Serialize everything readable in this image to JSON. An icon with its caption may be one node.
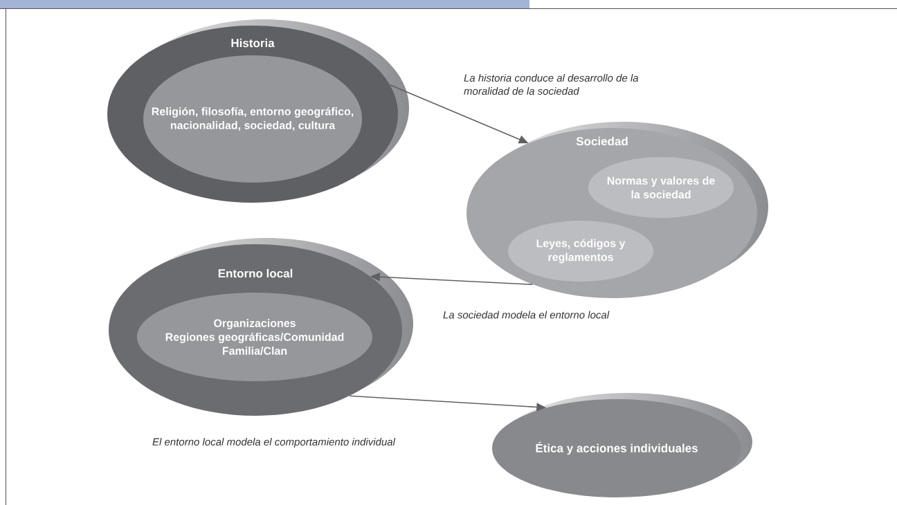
{
  "diagram": {
    "nodes": [
      {
        "text": [
          "Historia"
        ]
      },
      {
        "text": [
          "Religión, filosofía, entorno geográfico, nacionalidad, sociedad, cultura"
        ],
        "in": 0
      },
      {
        "text": [
          "Sociedad"
        ]
      },
      {
        "text": [
          "Normas y valores de la sociedad"
        ],
        "in": 2
      },
      {
        "text": [
          "Leyes, códigos y reglamentos"
        ],
        "in": 2
      },
      {
        "text": [
          "Entorno local"
        ]
      },
      {
        "text": [
          "Organizaciones",
          "Regiones geográficas/Comunidad",
          "Familia/Clan"
        ],
        "in": 5
      },
      {
        "text": [
          "Ética y acciones individuales"
        ]
      }
    ],
    "edges": [
      {
        "from": 0,
        "to": 2,
        "arrow": "to",
        "label": "La historia conduce al desarrollo de la moralidad de la sociedad"
      },
      {
        "from": 2,
        "to": 5,
        "arrow": "to",
        "label": "La sociedad modela el entorno local"
      },
      {
        "from": 5,
        "to": 7,
        "arrow": "to",
        "label": "El entorno local modela el comportamiento individual"
      }
    ]
  }
}
